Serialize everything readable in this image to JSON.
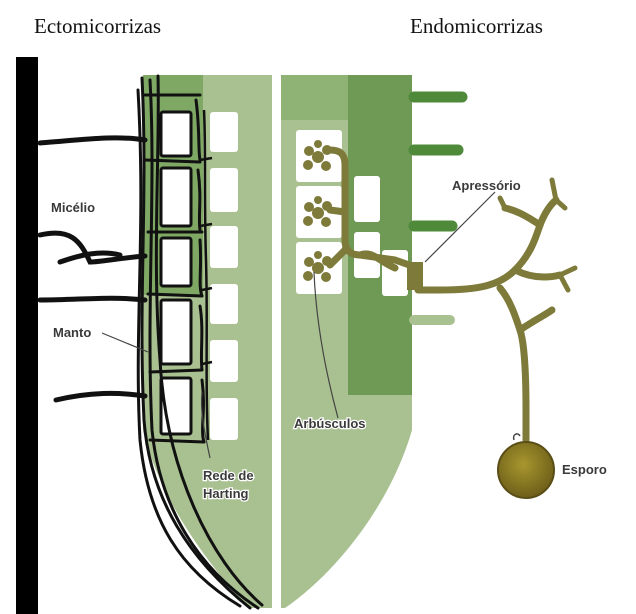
{
  "titles": {
    "left": "Ectomicorrizas",
    "right": "Endomicorrizas"
  },
  "labels": {
    "micelio": "Micélio",
    "manto": "Manto",
    "rede_line1": "Rede de",
    "rede_line2": "Harting",
    "apressorio": "Apressório",
    "arbusculos": "Arbúsculos",
    "esporo": "Esporo"
  },
  "colors": {
    "root_light": "#a9c191",
    "root_dark": "#6f9a55",
    "hypha_endo": "#7d7a3a",
    "hypha_ecto": "#111111",
    "spore": "#8a7a2a",
    "green_hypha": "#4e8a3a"
  }
}
